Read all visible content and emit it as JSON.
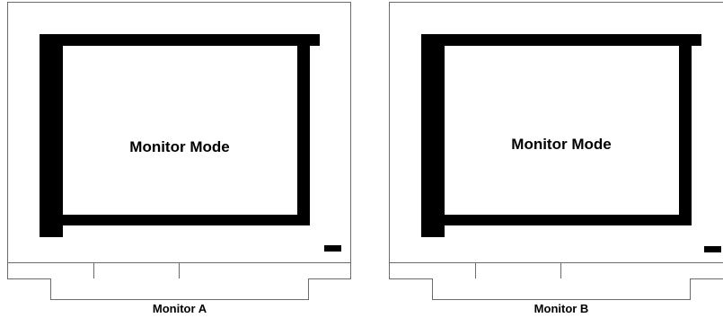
{
  "monitors": [
    {
      "screen_text": "Monitor Mode",
      "caption": "Monitor A"
    },
    {
      "screen_text": "Monitor Mode",
      "caption": "Monitor B"
    }
  ]
}
